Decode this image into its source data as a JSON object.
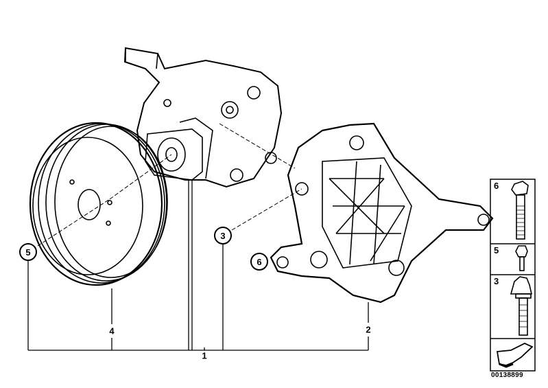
{
  "diagram": {
    "callouts": [
      {
        "id": "5",
        "label": "5"
      },
      {
        "id": "3",
        "label": "3"
      },
      {
        "id": "6",
        "label": "6"
      }
    ],
    "group_labels": {
      "pulley": "4",
      "bracket": "2",
      "assembly": "1"
    },
    "legend": [
      {
        "label": "6",
        "part": "hex-bolt"
      },
      {
        "label": "5",
        "part": "torx-screw-short"
      },
      {
        "label": "3",
        "part": "torx-bolt"
      }
    ],
    "image_code": "00138899"
  }
}
